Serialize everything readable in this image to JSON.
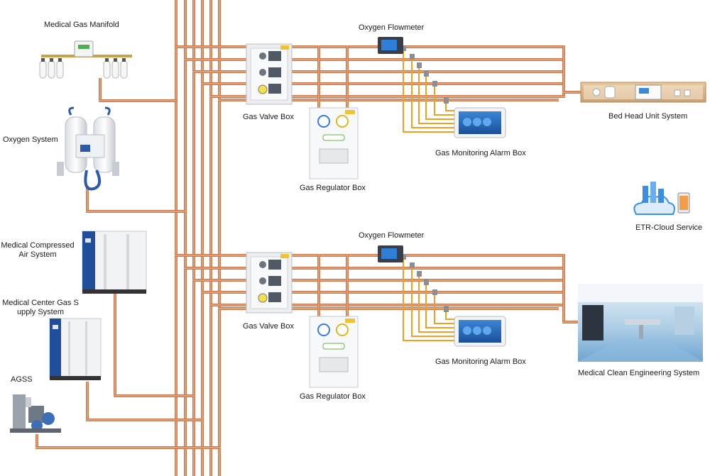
{
  "labels": {
    "manifold": "Medical Gas Manifold",
    "oxygen_system": "Oxygen System",
    "compressed_air_line1": "Medical Compressed",
    "compressed_air_line2": "Air System",
    "center_gas_line1": "Medical Center Gas S",
    "center_gas_line2": "upply System",
    "agss": "AGSS",
    "flowmeter_top": "Oxygen Flowmeter",
    "flowmeter_bottom": "Oxygen Flowmeter",
    "valve_box_top": "Gas Valve Box",
    "valve_box_bottom": "Gas Valve Box",
    "regulator_top": "Gas Regulator Box",
    "regulator_bottom": "Gas Regulator Box",
    "alarm_top": "Gas Monitoring Alarm Box",
    "alarm_bottom": "Gas Monitoring Alarm Box",
    "bed_head": "Bed Head Unit System",
    "cloud": "ETR-Cloud Service",
    "clean_eng": "Medical Clean Engineering System"
  },
  "colors": {
    "copper": "#d98a55",
    "copper_dark": "#b8683a",
    "signal": "#f0a020",
    "panel_blue": "#2a6db5",
    "cabinet_blue": "#1f4e9a"
  },
  "icons": {
    "cloud": "cloud-server-icon",
    "phone": "smartphone-icon"
  }
}
